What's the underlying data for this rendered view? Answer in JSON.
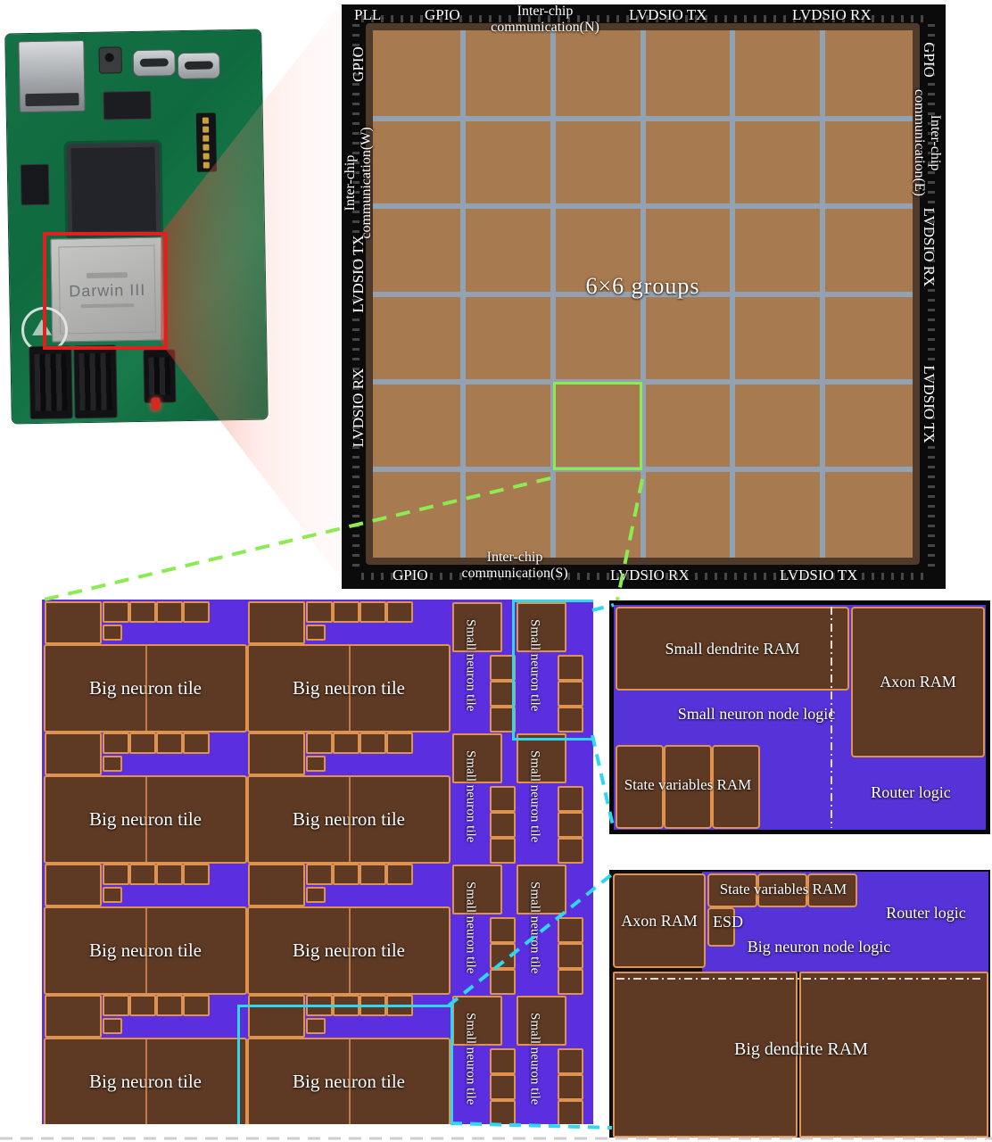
{
  "figure": {
    "board": {
      "chip_label": "Darwin III"
    },
    "die": {
      "center_label": "6×6 groups",
      "top": {
        "pll": "PLL",
        "gpio": "GPIO",
        "interchip1": "Inter-chip",
        "interchip2": "communication(N)",
        "lvdsio_tx": "LVDSIO TX",
        "lvdsio_rx": "LVDSIO RX"
      },
      "bottom": {
        "gpio": "GPIO",
        "interchip1": "Inter-chip",
        "interchip2": "communication(S)",
        "lvdsio_rx": "LVDSIO RX",
        "lvdsio_tx": "LVDSIO TX"
      },
      "left": {
        "gpio": "GPIO",
        "interchip1": "Inter-chip",
        "interchip2": "communication(W)",
        "lvdsio_tx": "LVDSIO TX",
        "lvdsio_rx": "LVDSIO RX"
      },
      "right": {
        "gpio": "GPIO",
        "interchip1": "Inter-chip",
        "interchip2": "communication(E)",
        "lvdsio_rx": "LVDSIO RX",
        "lvdsio_tx": "LVDSIO TX"
      }
    },
    "group_panel": {
      "big_tile": "Big neuron tile",
      "small_tile": "Small neuron tile"
    },
    "small_tile_panel": {
      "dendrite_ram": "Small dendrite RAM",
      "axon_ram": "Axon RAM",
      "node_logic": "Small neuron node logic",
      "state_ram": "State variables RAM",
      "router": "Router logic"
    },
    "big_tile_panel": {
      "state_ram": "State variables RAM",
      "axon_ram": "Axon RAM",
      "esd": "ESD",
      "router": "Router logic",
      "node_logic": "Big neuron node logic",
      "dendrite_ram": "Big dendrite RAM"
    },
    "colors": {
      "logic_purple": "#5b2ee0",
      "block_brown": "#5e3a24",
      "border_orange": "#e0924f",
      "die_tan": "#a87a50",
      "grid_blue": "#93a2b2",
      "highlight_green": "#8ceb52",
      "highlight_cyan": "#2fd7f2",
      "highlight_red": "#e02020",
      "pcb_green": "#0f6b3f"
    }
  }
}
